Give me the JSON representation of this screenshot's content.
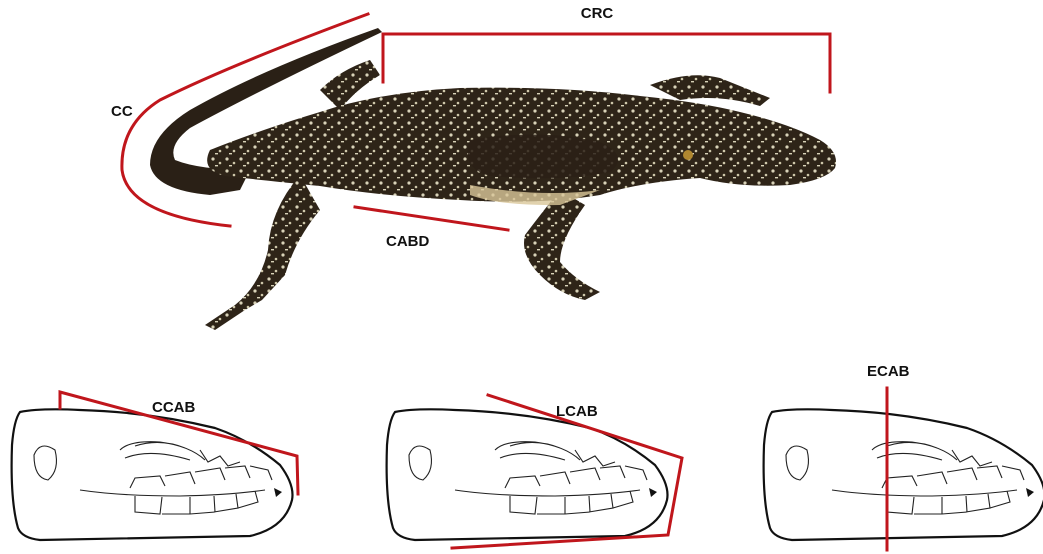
{
  "labels": {
    "crc": "CRC",
    "cc": "CC",
    "cabd": "CABD",
    "ccab": "CCAB",
    "lcab": "LCAB",
    "ecab": "ECAB"
  },
  "colors": {
    "measure_line": "#c0161c",
    "lizard_body": "#2e2418",
    "lizard_spots": "#d8d2b8",
    "outline": "#111111"
  }
}
